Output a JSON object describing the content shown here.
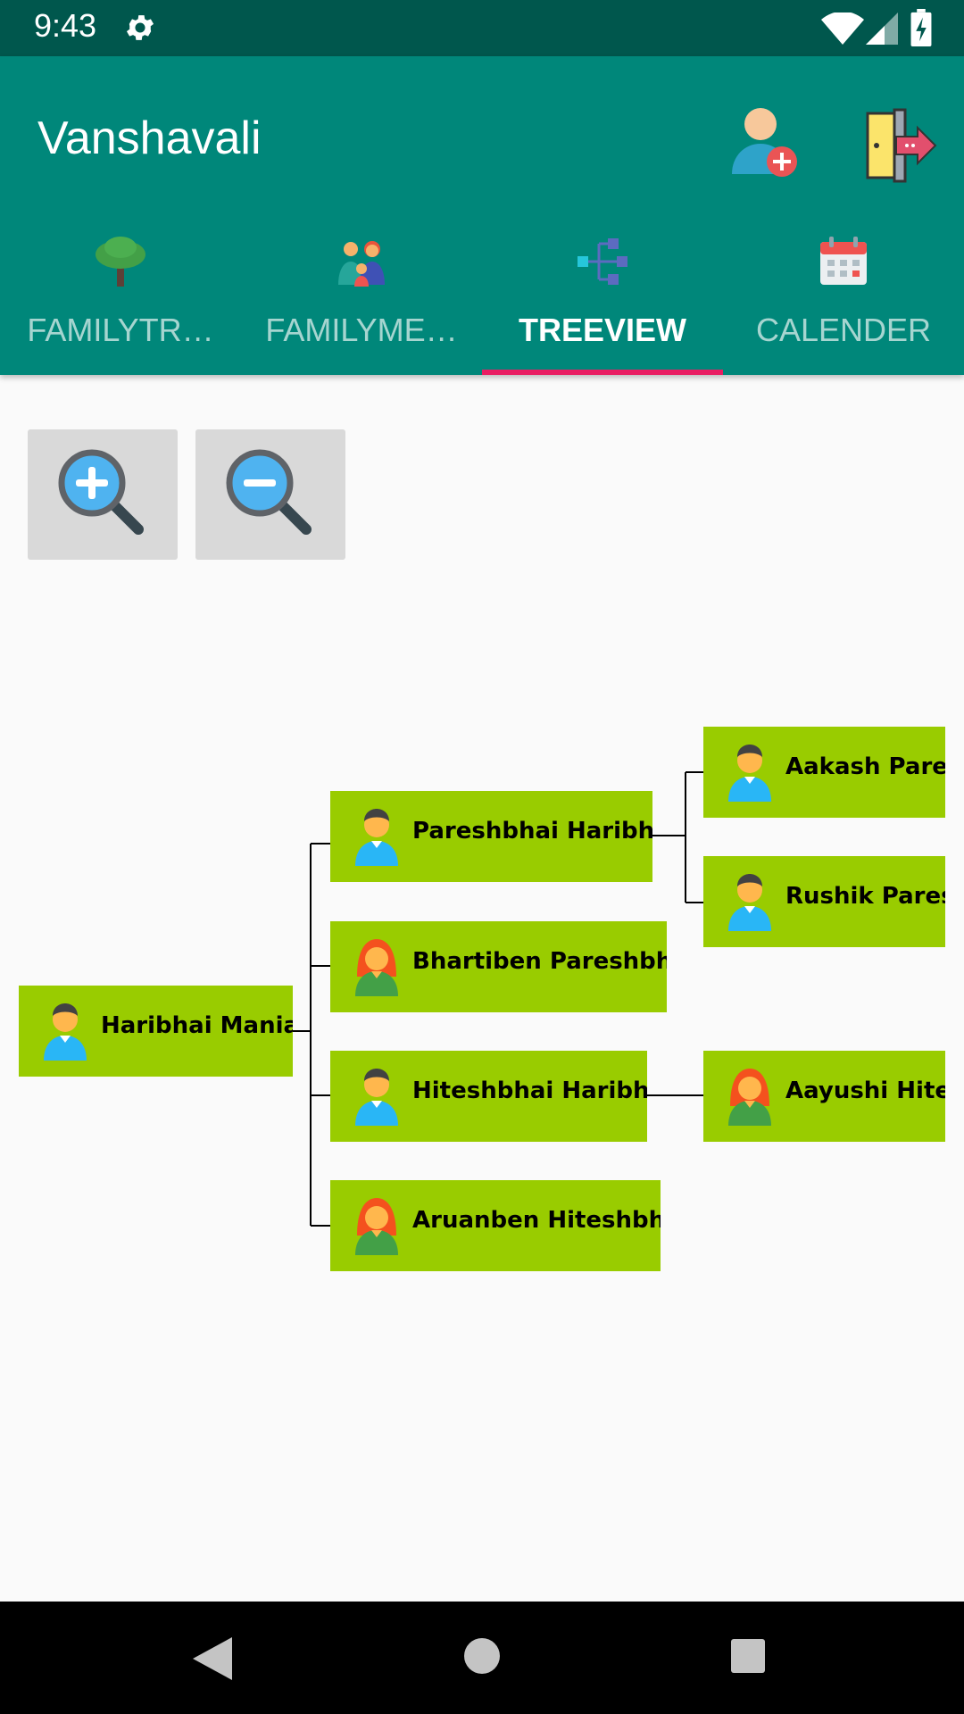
{
  "status_bar": {
    "time": "9:43"
  },
  "app_bar": {
    "title": "Vanshavali"
  },
  "tabs": [
    {
      "label": "FAMILYTR…",
      "icon": "tree-icon",
      "active": false
    },
    {
      "label": "FAMILYME…",
      "icon": "family-icon",
      "active": false
    },
    {
      "label": "TREEVIEW",
      "icon": "hierarchy-icon",
      "active": true
    },
    {
      "label": "CALENDER",
      "icon": "calendar-icon",
      "active": false
    }
  ],
  "colors": {
    "status_bar": "#00574d",
    "app_bar": "#00877a",
    "tab_indicator": "#e91e63",
    "node_bg": "#99cc00",
    "zoom_bg": "#d9d9d9"
  },
  "tree": {
    "root": {
      "name": "Haribhai Maniar",
      "gender": "male"
    },
    "children": [
      {
        "name": "Pareshbhai Haribhai",
        "gender": "male",
        "children": [
          {
            "name": "Aakash Pareshbhai",
            "gender": "male"
          },
          {
            "name": "Rushik Pareshbhai",
            "gender": "male"
          }
        ]
      },
      {
        "name": "Bhartiben Pareshbhai",
        "gender": "female"
      },
      {
        "name": "Hiteshbhai Haribhai",
        "gender": "male",
        "children": [
          {
            "name": "Aayushi Hiteshbhai",
            "gender": "female"
          }
        ]
      },
      {
        "name": "Aruanben Hiteshbhai",
        "gender": "female"
      }
    ]
  }
}
